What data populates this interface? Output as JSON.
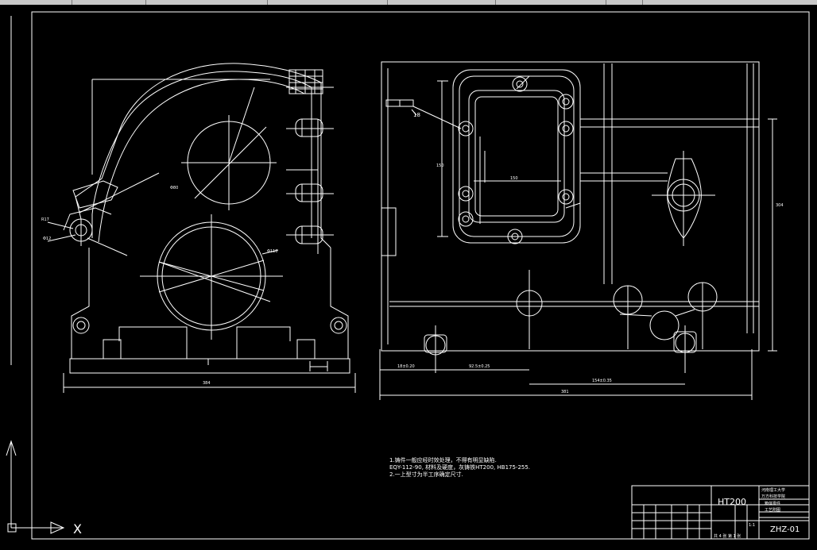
{
  "drawing": {
    "dims": {
      "left_width": "384",
      "right_width": "381",
      "right_sub1": "18±0.20",
      "right_sub2": "92.5±0.25",
      "right_sub3": "154±0.35",
      "right_height": "304",
      "left_r": "R17",
      "left_hole": "Φ12",
      "left_circle_top": "Φ80",
      "left_circle_bottom": "Φ110",
      "window_w": "150",
      "window_h": "150",
      "tol_label": "18"
    },
    "notes": [
      "1.铸件一般应经时效处理，不得有明显缺陷.",
      "EQY-112-90,   材料及硬度，灰铸铁HT200,  HB175-255.",
      "2.一上型寸为半工序确定尺寸."
    ],
    "title_block": {
      "material": "HT200",
      "drawing_no": "ZHZ-01",
      "school": "河南理工大学",
      "dept": "万方科技学院",
      "part_name": "箱体零件",
      "part_sub": "工艺附图",
      "sheet": "共 4 张 第 1 张",
      "scale": "1:1"
    },
    "ucs_label": "X"
  },
  "colors": {
    "background": "#000000",
    "lines": "#ffffff"
  }
}
